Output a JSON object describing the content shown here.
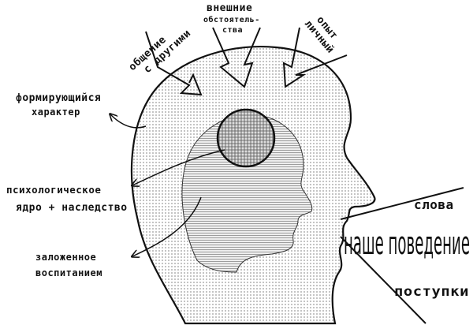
{
  "labels": {
    "communication": [
      "общение",
      "с другими"
    ],
    "circumstances": [
      "внешние",
      "обстоятель-",
      "ства"
    ],
    "experience": [
      "личный",
      "опыт"
    ],
    "forming_character": [
      "формирующийся",
      "характер"
    ],
    "core": [
      "психологическое",
      "ядро + наследство"
    ],
    "upbringing": [
      "заложенное",
      "воспитанием"
    ]
  },
  "speech": {
    "words": "слова",
    "behavior": "наше поведение",
    "deeds": "поступки"
  },
  "colors": {
    "ink": "#111111",
    "dots": "#9a9a9a",
    "paper": "#ffffff"
  }
}
